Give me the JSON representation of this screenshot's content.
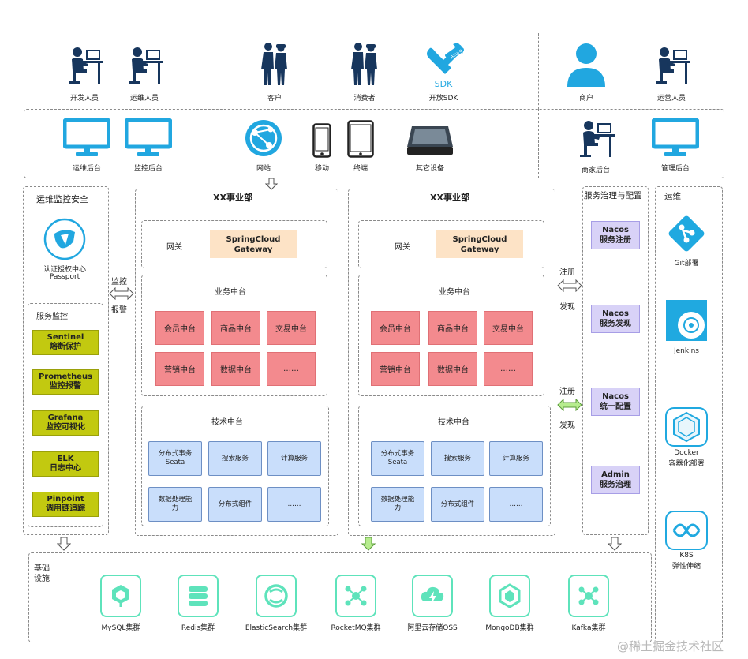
{
  "users": {
    "developer": "开发人员",
    "operator": "运维人员",
    "customer": "客户",
    "consumer": "消费者",
    "sdk": "开放SDK",
    "sdk_badge": "SDK",
    "sdk_tag": "Azure",
    "merchant": "商户",
    "ops_staff": "运营人员"
  },
  "clients": {
    "ops_backend": "运维后台",
    "monitor_backend": "监控后台",
    "website": "网站",
    "mobile": "移动",
    "terminal": "终端",
    "other": "其它设备",
    "merchant_backend": "商家后台",
    "admin_backend": "管理后台"
  },
  "security": {
    "title": "运维监控安全",
    "passport_line1": "认证授权中心",
    "passport_line2": "Passport",
    "monitor_title": "服务监控",
    "tools": [
      {
        "name": "Sentinel",
        "desc": "熔断保护"
      },
      {
        "name": "Prometheus",
        "desc": "监控报警"
      },
      {
        "name": "Grafana",
        "desc": "监控可视化"
      },
      {
        "name": "ELK",
        "desc": "日志中心"
      },
      {
        "name": "Pinpoint",
        "desc": "调用链追踪"
      }
    ],
    "arrow_top": "监控",
    "arrow_bottom": "报警"
  },
  "divisions": [
    {
      "title": "XX事业部",
      "gateway_label": "网关",
      "gateway_line1": "SpringCloud",
      "gateway_line2": "Gateway",
      "business_title": "业务中台",
      "business": [
        "会员中台",
        "商品中台",
        "交易中台",
        "营销中台",
        "数据中台",
        "……"
      ],
      "tech_title": "技术中台",
      "tech": [
        [
          "分布式事务",
          "Seata"
        ],
        [
          "搜索服务",
          ""
        ],
        [
          "计算服务",
          ""
        ],
        [
          "数据处理能",
          "力"
        ],
        [
          "分布式组件",
          ""
        ],
        [
          "……",
          ""
        ]
      ]
    },
    {
      "title": "XX事业部",
      "gateway_label": "网关",
      "gateway_line1": "SpringCloud",
      "gateway_line2": "Gateway",
      "business_title": "业务中台",
      "business": [
        "会员中台",
        "商品中台",
        "交易中台",
        "营销中台",
        "数据中台",
        "……"
      ],
      "tech_title": "技术中台",
      "tech": [
        [
          "分布式事务",
          "Seata"
        ],
        [
          "搜索服务",
          ""
        ],
        [
          "计算服务",
          ""
        ],
        [
          "数据处理能",
          "力"
        ],
        [
          "分布式组件",
          ""
        ],
        [
          "……",
          ""
        ]
      ]
    }
  ],
  "governance": {
    "title": "服务治理与配置",
    "register1": "注册",
    "discover1": "发现",
    "register2": "注册",
    "discover2": "发现",
    "items": [
      {
        "l1": "Nacos",
        "l2": "服务注册"
      },
      {
        "l1": "Nacos",
        "l2": "服务发现"
      },
      {
        "l1": "Nacos",
        "l2": "统一配置"
      },
      {
        "l1": "Admin",
        "l2": "服务治理"
      }
    ]
  },
  "ops": {
    "title": "运维",
    "git": "Git部署",
    "jenkins": "Jenkins",
    "docker_line1": "Docker",
    "docker_line2": "容器化部署",
    "k8s_line1": "K8S",
    "k8s_line2": "弹性伸缩"
  },
  "infra": {
    "title_line1": "基础",
    "title_line2": "设施",
    "items": [
      "MySQL集群",
      "Redis集群",
      "ElasticSearch集群",
      "RocketMQ集群",
      "阿里云存储OSS",
      "MongoDB集群",
      "Kafka集群"
    ]
  },
  "watermark": "@稀土掘金技术社区",
  "colors": {
    "monitor_blue": "#21a7e0",
    "person_navy": "#17365d",
    "peach": "#fde3c6",
    "pink": "#f38a8e",
    "tech_blue": "#c9defb",
    "olive": "#c2c910",
    "lavender": "#d8d2f7",
    "infra_mint": "#5ee3bb",
    "ops_cyan": "#20a9e0"
  }
}
